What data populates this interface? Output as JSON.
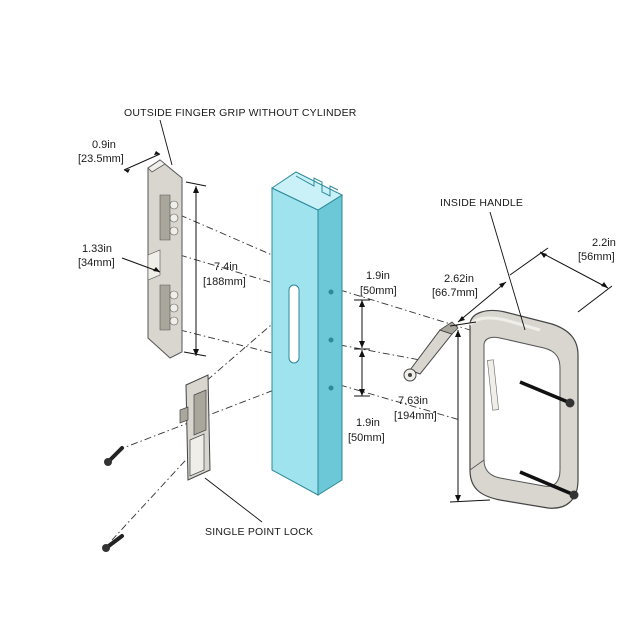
{
  "labels": {
    "outside_grip": "OUTSIDE FINGER GRIP WITHOUT CYLINDER",
    "inside_handle": "INSIDE HANDLE",
    "single_point_lock": "SINGLE POINT LOCK"
  },
  "dimensions": {
    "grip_depth": [
      "0.9in",
      "[23.5mm]"
    ],
    "grip_width": [
      "1.33in",
      "[34mm]"
    ],
    "grip_length": [
      "7.4in",
      "[188mm]"
    ],
    "hole_spacing_top": [
      "1.9in",
      "[50mm]"
    ],
    "hole_spacing_bottom": [
      "1.9in",
      "[50mm]"
    ],
    "handle_width": [
      "2.62in",
      "[66.7mm]"
    ],
    "handle_depth": [
      "2.2in",
      "[56mm]"
    ],
    "handle_length": [
      "7.63in",
      "[194mm]"
    ]
  },
  "colors": {
    "profile_fill": "#9fe3ee",
    "profile_dark": "#6cc7d6",
    "profile_light": "#c9f1f7",
    "metal": "#d8d6cf",
    "metal_dark": "#a9a69c",
    "metal_light": "#efeee9"
  }
}
